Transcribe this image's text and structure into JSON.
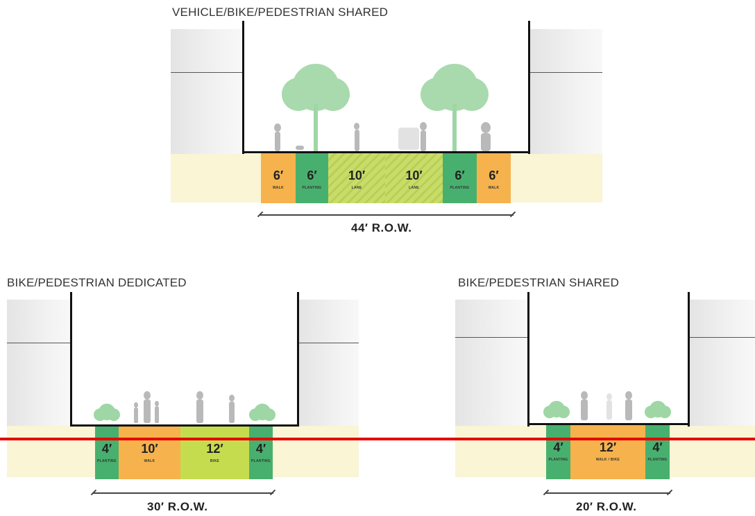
{
  "sections": {
    "top": {
      "title": "VEHICLE/BIKE/PEDESTRIAN SHARED",
      "segments": [
        {
          "width": "6′",
          "label": "WALK"
        },
        {
          "width": "6′",
          "label": "PLANTING"
        },
        {
          "width": "10′",
          "label": "LANE"
        },
        {
          "width": "10′",
          "label": "LANE"
        },
        {
          "width": "6′",
          "label": "PLANTING"
        },
        {
          "width": "6′",
          "label": "WALK"
        }
      ],
      "row": "44′ R.O.W."
    },
    "left": {
      "title": "BIKE/PEDESTRIAN DEDICATED",
      "segments": [
        {
          "width": "4′",
          "label": "PLANTING"
        },
        {
          "width": "10′",
          "label": "WALK"
        },
        {
          "width": "12′",
          "label": "BIKE"
        },
        {
          "width": "4′",
          "label": "PLANTING"
        }
      ],
      "row": "30′ R.O.W."
    },
    "right": {
      "title": "BIKE/PEDESTRIAN SHARED",
      "segments": [
        {
          "width": "4′",
          "label": "PLANTING"
        },
        {
          "width": "12′",
          "label": "WALK / BIKE"
        },
        {
          "width": "4′",
          "label": "PLANTING"
        }
      ],
      "row": "20′ R.O.W."
    }
  },
  "colors": {
    "walk": "#f6b24c",
    "planting": "#48b06e",
    "lane": "#c9dc6a",
    "bike": "#c6dc4f",
    "ground_band": "#f9f5d5",
    "annotation_line": "#e60000"
  }
}
